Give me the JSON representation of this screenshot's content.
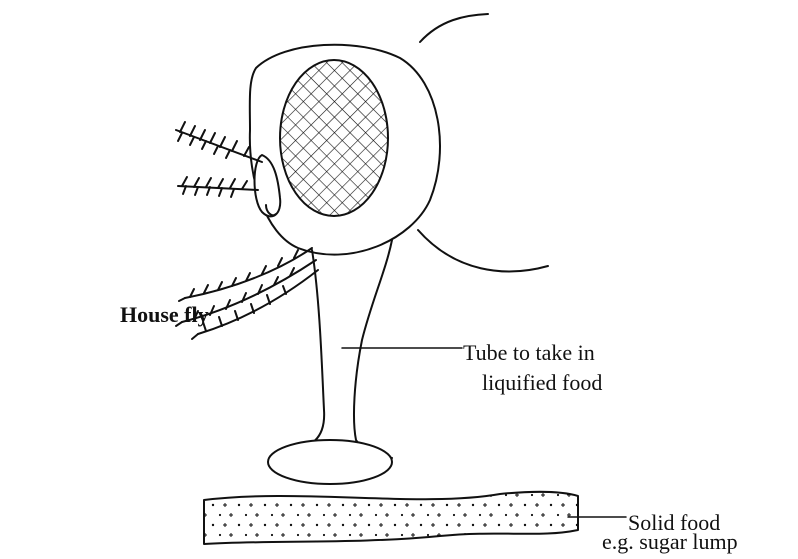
{
  "diagram": {
    "title": "House fly",
    "labels": {
      "tube_line1": "Tube to take in",
      "tube_line2": "liquified food",
      "solid_line1": "Solid food",
      "solid_line2": "e.g. sugar lump"
    },
    "colors": {
      "ink": "#111111",
      "background": "#ffffff"
    }
  }
}
